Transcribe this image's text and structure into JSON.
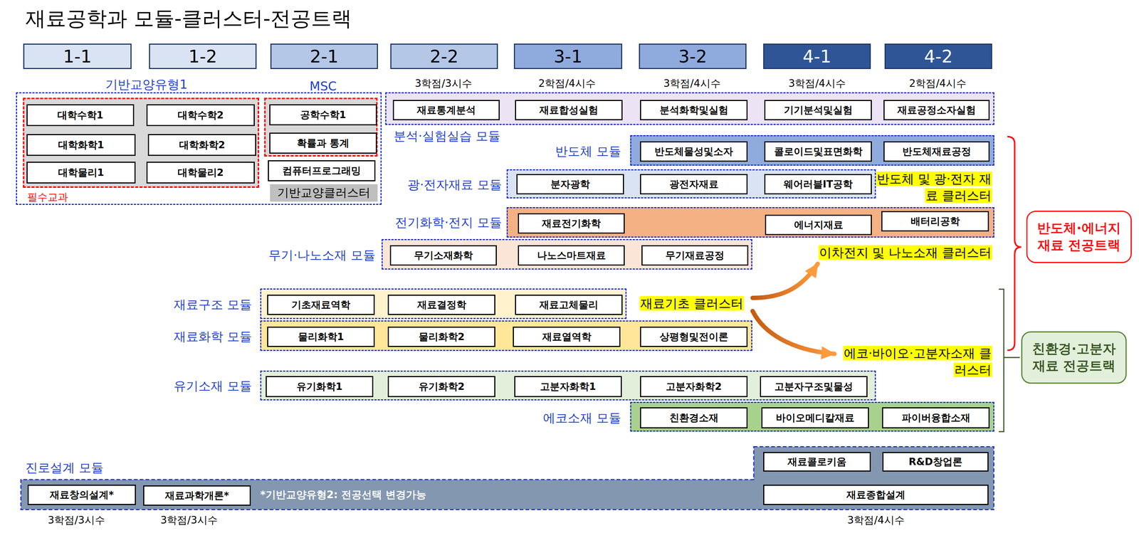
{
  "diagram": {
    "title": "재료공학과 모듈-클러스터-전공트랙",
    "nodes": [
      {
        "text": [
          "1-1"
        ]
      },
      {
        "text": [
          "1-2"
        ]
      },
      {
        "text": [
          "2-1"
        ]
      },
      {
        "text": [
          "2-2"
        ]
      },
      {
        "text": [
          "3-1"
        ]
      },
      {
        "text": [
          "3-2"
        ]
      },
      {
        "text": [
          "4-1"
        ]
      },
      {
        "text": [
          "4-2"
        ]
      },
      {
        "text": [
          "기반교양유형1"
        ]
      },
      {
        "text": [
          "필수교과"
        ],
        "in": 8
      },
      {
        "text": [
          "대학수학1"
        ],
        "in": 9
      },
      {
        "text": [
          "대학수학2"
        ],
        "in": 9
      },
      {
        "text": [
          "대학화학1"
        ],
        "in": 9
      },
      {
        "text": [
          "대학화학2"
        ],
        "in": 9
      },
      {
        "text": [
          "대학물리1"
        ],
        "in": 9
      },
      {
        "text": [
          "대학물리2"
        ],
        "in": 9
      },
      {
        "text": [
          "MSC"
        ],
        "in": 8
      },
      {
        "text": [
          "공학수학1"
        ],
        "in": 16
      },
      {
        "text": [
          "확률과 통계"
        ],
        "in": 16
      },
      {
        "text": [
          "컴퓨터프로그래밍"
        ],
        "in": 8
      },
      {
        "text": [
          "기반교양클러스터"
        ],
        "in": 8
      },
      {
        "text": [
          "분석·실험실습 모듈"
        ]
      },
      {
        "text": [
          "재료통계분석"
        ],
        "in": 21
      },
      {
        "text": [
          "재료합성실험"
        ],
        "in": 21
      },
      {
        "text": [
          "분석화학및실험"
        ],
        "in": 21
      },
      {
        "text": [
          "기기분석및실험"
        ],
        "in": 21
      },
      {
        "text": [
          "재료공정소자실험"
        ],
        "in": 21
      },
      {
        "text": [
          "반도체 모듈"
        ]
      },
      {
        "text": [
          "반도체물성및소자"
        ],
        "in": 27
      },
      {
        "text": [
          "콜로이드및표면화학"
        ],
        "in": 27
      },
      {
        "text": [
          "반도체재료공정"
        ],
        "in": 27
      },
      {
        "text": [
          "광·전자재료 모듈"
        ]
      },
      {
        "text": [
          "분자광학"
        ],
        "in": 31
      },
      {
        "text": [
          "광전자재료"
        ],
        "in": 31
      },
      {
        "text": [
          "웨어러블IT공학"
        ],
        "in": 31
      },
      {
        "text": [
          "전기화학·전지 모듈"
        ]
      },
      {
        "text": [
          "재료전기화학"
        ],
        "in": 35
      },
      {
        "text": [
          "에너지재료"
        ],
        "in": 35
      },
      {
        "text": [
          "배터리공학"
        ],
        "in": 35
      },
      {
        "text": [
          "무기·나노소재 모듈"
        ]
      },
      {
        "text": [
          "무기소재화학"
        ],
        "in": 39
      },
      {
        "text": [
          "나노스마트재료"
        ],
        "in": 39
      },
      {
        "text": [
          "무기재료공정"
        ],
        "in": 39
      },
      {
        "text": [
          "재료구조 모듈"
        ]
      },
      {
        "text": [
          "기초재료역학"
        ],
        "in": 43
      },
      {
        "text": [
          "재료결정학"
        ],
        "in": 43
      },
      {
        "text": [
          "재료고체물리"
        ],
        "in": 43
      },
      {
        "text": [
          "재료화학 모듈"
        ]
      },
      {
        "text": [
          "물리화학1"
        ],
        "in": 47
      },
      {
        "text": [
          "물리화학2"
        ],
        "in": 47
      },
      {
        "text": [
          "재료열역학"
        ],
        "in": 47
      },
      {
        "text": [
          "상평형및전이론"
        ],
        "in": 47
      },
      {
        "text": [
          "유기소재 모듈"
        ]
      },
      {
        "text": [
          "유기화학1"
        ],
        "in": 52
      },
      {
        "text": [
          "유기화학2"
        ],
        "in": 52
      },
      {
        "text": [
          "고분자화학1"
        ],
        "in": 52
      },
      {
        "text": [
          "고분자화학2"
        ],
        "in": 52
      },
      {
        "text": [
          "고분자구조및물성"
        ],
        "in": 52
      },
      {
        "text": [
          "에코소재 모듈"
        ]
      },
      {
        "text": [
          "친환경소재"
        ],
        "in": 58
      },
      {
        "text": [
          "바이오메디칼재료"
        ],
        "in": 58
      },
      {
        "text": [
          "파이버융합소재"
        ],
        "in": 58
      },
      {
        "text": [
          "진로설계 모듈",
          "*기반교양유형2: 전공선택 변경가능"
        ]
      },
      {
        "text": [
          "재료창의설계*"
        ],
        "in": 62
      },
      {
        "text": [
          "재료과학개론*"
        ],
        "in": 62
      },
      {
        "text": [
          "재료콜로키움"
        ],
        "in": 62
      },
      {
        "text": [
          "R&D창업론"
        ],
        "in": 62
      },
      {
        "text": [
          "재료종합설계"
        ],
        "in": 62
      },
      {
        "text": [
          "반도체 및 광·전자 재료 클러스터"
        ]
      },
      {
        "text": [
          "이차전지 및 나노소재 클러스터"
        ]
      },
      {
        "text": [
          "재료기초 클러스터"
        ]
      },
      {
        "text": [
          "에코·바이오·고분자소재 클러스터"
        ]
      },
      {
        "text": [
          "반도체·에너지 재료 전공트랙"
        ]
      },
      {
        "text": [
          "친환경·고분자 재료 전공트랙"
        ]
      }
    ],
    "edges": [
      {
        "from": 70,
        "to": 69,
        "arrow": "to"
      },
      {
        "from": 70,
        "to": 71,
        "arrow": "to"
      }
    ],
    "labels": [
      "3학점/3시수",
      "2학점/4시수",
      "3학점/4시수",
      "3학점/4시수",
      "2학점/4시수",
      "3학점/3시수",
      "3학점/3시수",
      "3학점/4시수"
    ]
  }
}
